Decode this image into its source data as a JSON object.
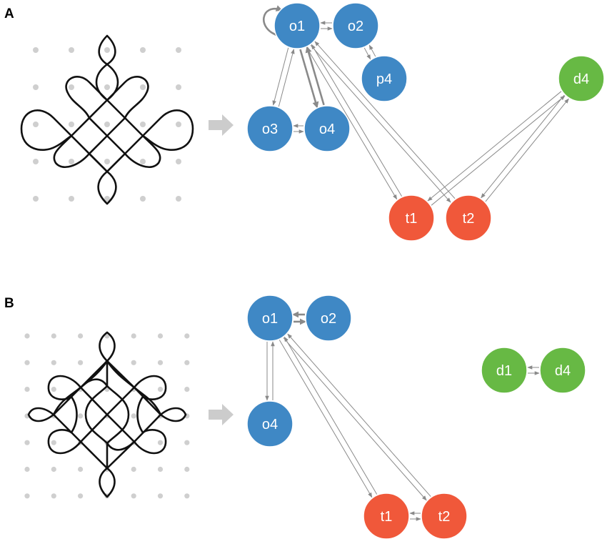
{
  "panels": [
    {
      "id": "A",
      "label": "A",
      "colors": {
        "blue": "#3f88c5",
        "red": "#f0583a",
        "green": "#67b944",
        "arrow": "#cccccc"
      },
      "nodes": [
        {
          "id": "o1",
          "label": "o1",
          "group": "blue"
        },
        {
          "id": "o2",
          "label": "o2",
          "group": "blue"
        },
        {
          "id": "p4",
          "label": "p4",
          "group": "blue"
        },
        {
          "id": "o3",
          "label": "o3",
          "group": "blue"
        },
        {
          "id": "o4",
          "label": "o4",
          "group": "blue"
        },
        {
          "id": "d4",
          "label": "d4",
          "group": "green"
        },
        {
          "id": "t1",
          "label": "t1",
          "group": "red"
        },
        {
          "id": "t2",
          "label": "t2",
          "group": "red"
        }
      ],
      "edges": [
        {
          "from": "o1",
          "to": "o1",
          "weight": "bold"
        },
        {
          "from": "o1",
          "to": "o2",
          "weight": "thin"
        },
        {
          "from": "o2",
          "to": "o1",
          "weight": "thin"
        },
        {
          "from": "o2",
          "to": "p4",
          "weight": "thin"
        },
        {
          "from": "p4",
          "to": "o2",
          "weight": "thin"
        },
        {
          "from": "o1",
          "to": "o3",
          "weight": "thin"
        },
        {
          "from": "o3",
          "to": "o1",
          "weight": "thin"
        },
        {
          "from": "o1",
          "to": "o4",
          "weight": "bold"
        },
        {
          "from": "o4",
          "to": "o1",
          "weight": "bold"
        },
        {
          "from": "o3",
          "to": "o4",
          "weight": "thin"
        },
        {
          "from": "o4",
          "to": "o3",
          "weight": "thin"
        },
        {
          "from": "o1",
          "to": "t1",
          "weight": "thin"
        },
        {
          "from": "t1",
          "to": "o1",
          "weight": "thin"
        },
        {
          "from": "o1",
          "to": "t2",
          "weight": "thin"
        },
        {
          "from": "t2",
          "to": "o1",
          "weight": "thin"
        },
        {
          "from": "t1",
          "to": "d4",
          "weight": "thin"
        },
        {
          "from": "d4",
          "to": "t1",
          "weight": "thin"
        },
        {
          "from": "t2",
          "to": "d4",
          "weight": "thin"
        },
        {
          "from": "d4",
          "to": "t2",
          "weight": "thin"
        }
      ]
    },
    {
      "id": "B",
      "label": "B",
      "nodes": [
        {
          "id": "o1",
          "label": "o1",
          "group": "blue"
        },
        {
          "id": "o2",
          "label": "o2",
          "group": "blue"
        },
        {
          "id": "o4",
          "label": "o4",
          "group": "blue"
        },
        {
          "id": "d1",
          "label": "d1",
          "group": "green"
        },
        {
          "id": "d4",
          "label": "d4",
          "group": "green"
        },
        {
          "id": "t1",
          "label": "t1",
          "group": "red"
        },
        {
          "id": "t2",
          "label": "t2",
          "group": "red"
        }
      ],
      "edges": [
        {
          "from": "o1",
          "to": "o2",
          "weight": "bold"
        },
        {
          "from": "o2",
          "to": "o1",
          "weight": "bold"
        },
        {
          "from": "o1",
          "to": "o4",
          "weight": "thin"
        },
        {
          "from": "o4",
          "to": "o1",
          "weight": "thin"
        },
        {
          "from": "o1",
          "to": "t1",
          "weight": "thin"
        },
        {
          "from": "t1",
          "to": "o1",
          "weight": "thin"
        },
        {
          "from": "o1",
          "to": "t2",
          "weight": "thin"
        },
        {
          "from": "t2",
          "to": "o1",
          "weight": "thin"
        },
        {
          "from": "t1",
          "to": "t2",
          "weight": "thin"
        },
        {
          "from": "t2",
          "to": "t1",
          "weight": "thin"
        },
        {
          "from": "d1",
          "to": "d4",
          "weight": "thin"
        },
        {
          "from": "d4",
          "to": "d1",
          "weight": "thin"
        }
      ]
    }
  ]
}
